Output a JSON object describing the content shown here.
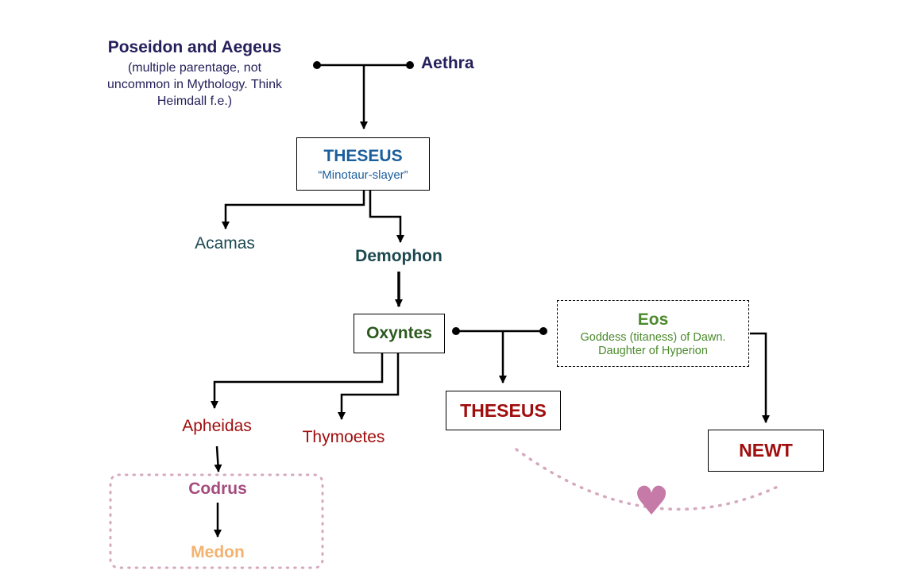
{
  "colors": {
    "navy": "#25205b",
    "blue": "#1b5e9c",
    "teal": "#1c4850",
    "green": "#2c5a1f",
    "eos_green": "#4b8a2c",
    "red": "#a00d0d",
    "plum": "#a44c7d",
    "orange": "#f3b26f",
    "heart": "#c57aa7",
    "dots": "#d6a9bf"
  },
  "nodes": {
    "poseidon": {
      "name": "Poseidon and Aegeus",
      "note_line1": "(multiple parentage, not",
      "note_line2": "uncommon in Mythology. Think",
      "note_line3": "Heimdall f.e.)"
    },
    "aethra": {
      "name": "Aethra"
    },
    "theseus": {
      "name": "THESEUS",
      "epithet": "“Minotaur-slayer”"
    },
    "acamas": {
      "name": "Acamas"
    },
    "demophon": {
      "name": "Demophon"
    },
    "oxyntes": {
      "name": "Oxyntes"
    },
    "eos": {
      "name": "Eos",
      "line1": "Goddess (titaness) of Dawn.",
      "line2": "Daughter of Hyperion"
    },
    "apheidas": {
      "name": "Apheidas"
    },
    "thymoetes": {
      "name": "Thymoetes"
    },
    "theseus2": {
      "name": "THESEUS"
    },
    "newt": {
      "name": "NEWT"
    },
    "codrus": {
      "name": "Codrus"
    },
    "medon": {
      "name": "Medon"
    }
  },
  "heart_glyph": "♥"
}
